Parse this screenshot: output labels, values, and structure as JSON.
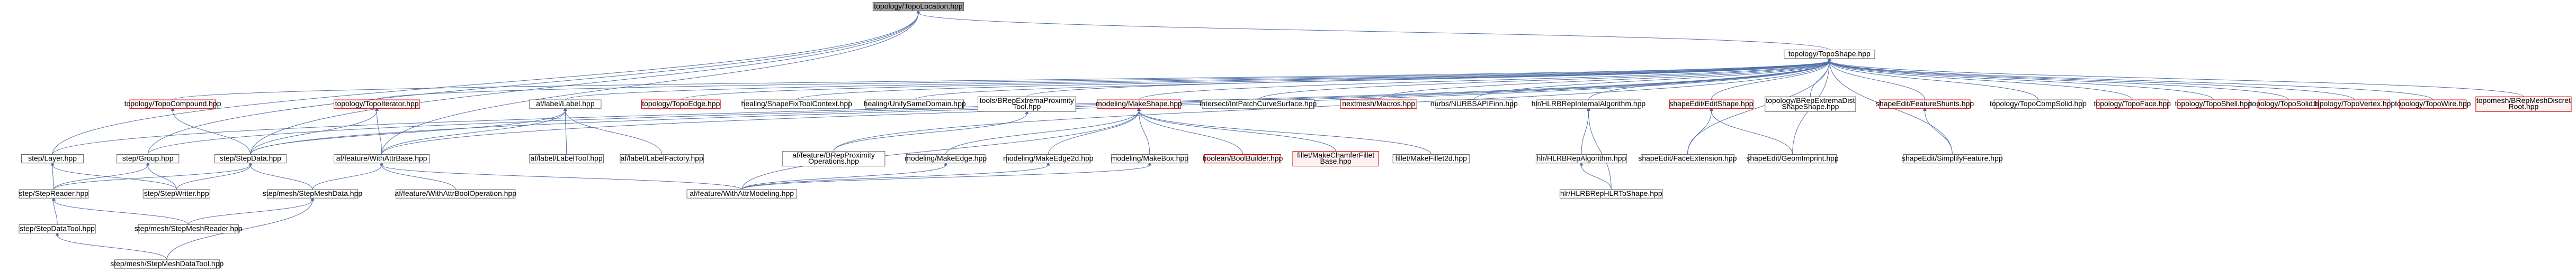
{
  "colors": {
    "edge": "#4f6fa8",
    "default_border": "#666666",
    "default_fill": "#ffffff",
    "highlight_border": "#cc0000",
    "highlight_fill": "#fff0f0",
    "root_fill": "#a0a0a0",
    "root_border": "#666666",
    "text_dark": "#000000",
    "text_red": "#000000"
  },
  "nodes": {
    "root": {
      "label": "topology/TopoLocation.hpp",
      "style": "root"
    },
    "toposhape": {
      "label": "topology/TopoShape.hpp",
      "style": "normal"
    },
    "topocompound": {
      "label": "topology/TopoCompound.hpp",
      "style": "red"
    },
    "topoiterator": {
      "label": "topology/TopoIterator.hpp",
      "style": "red"
    },
    "aflabel": {
      "label": "af/label/Label.hpp",
      "style": "normal"
    },
    "topoedge": {
      "label": "topology/TopoEdge.hpp",
      "style": "red"
    },
    "healshape": {
      "label": "healing/ShapeFixToolContext.hpp",
      "style": "normal"
    },
    "healunify": {
      "label": "healing/UnifySameDomain.hpp",
      "style": "normal"
    },
    "toolbrep": {
      "label": "tools/BRepExtremaProximity\nTool.hpp",
      "style": "normal"
    },
    "makeshape": {
      "label": "modeling/MakeShape.hpp",
      "style": "red"
    },
    "intersect": {
      "label": "intersect/IntPatchCurveSurface.hpp",
      "style": "normal"
    },
    "nextmesh": {
      "label": "nextmesh/Macros.hpp",
      "style": "red"
    },
    "nurbs": {
      "label": "nurbs/NURBSAPIFinn.hpp",
      "style": "normal"
    },
    "hlrbrep": {
      "label": "hlr/HLRBRepInternalAlgorithm.hpp",
      "style": "normal"
    },
    "editshape": {
      "label": "shapeEdit/EditShape.hpp",
      "style": "red"
    },
    "topobrepdist": {
      "label": "topology/BRepExtremaDist\nShapeShape.hpp",
      "style": "normal"
    },
    "featureshunts": {
      "label": "shapeEdit/FeatureShunts.hpp",
      "style": "red"
    },
    "topocompsolid": {
      "label": "topology/TopoCompSolid.hpp",
      "style": "normal"
    },
    "topoface": {
      "label": "topology/TopoFace.hpp",
      "style": "red"
    },
    "toposhell": {
      "label": "topology/TopoShell.hpp",
      "style": "red"
    },
    "toposolid": {
      "label": "topology/TopoSolid.hpp",
      "style": "red"
    },
    "topovertex": {
      "label": "topology/TopoVertex.hpp",
      "style": "red"
    },
    "topowire": {
      "label": "topology/TopoWire.hpp",
      "style": "red"
    },
    "topomesh": {
      "label": "topomesh/BRepMeshDiscret\nRoot.hpp",
      "style": "red"
    },
    "steplayer": {
      "label": "step/Layer.hpp",
      "style": "normal"
    },
    "stepgroup": {
      "label": "step/Group.hpp",
      "style": "normal"
    },
    "stepstepdata": {
      "label": "step/StepData.hpp",
      "style": "normal"
    },
    "affeatattr": {
      "label": "af/feature/WithAttrBase.hpp",
      "style": "normal"
    },
    "aflabeltool": {
      "label": "af/label/LabelTool.hpp",
      "style": "normal"
    },
    "aflabelfactory": {
      "label": "af/label/LabelFactory.hpp",
      "style": "normal"
    },
    "affeatbrep": {
      "label": "af/feature/BRepProximity\nOperations.hpp",
      "style": "normal"
    },
    "makeedge": {
      "label": "modeling/MakeEdge.hpp",
      "style": "normal"
    },
    "makeedge2d": {
      "label": "modeling/MakeEdge2d.hpp",
      "style": "normal"
    },
    "makebox": {
      "label": "modeling/MakeBox.hpp",
      "style": "normal"
    },
    "boolbuilder": {
      "label": "boolean/BoolBuilder.hpp",
      "style": "red"
    },
    "filletchamfer": {
      "label": "fillet/MakeChamferFillet\nBase.hpp",
      "style": "red"
    },
    "filletmake2d": {
      "label": "fillet/MakeFillet2d.hpp",
      "style": "normal"
    },
    "hlralgo": {
      "label": "hlr/HLRBRepAlgorithm.hpp",
      "style": "normal"
    },
    "faceext": {
      "label": "shapeEdit/FaceExtension.hpp",
      "style": "normal"
    },
    "geomimprint": {
      "label": "shapeEdit/GeomImprint.hpp",
      "style": "normal"
    },
    "simplify": {
      "label": "shapeEdit/SimplifyFeature.hpp",
      "style": "normal"
    },
    "stepreader": {
      "label": "step/StepReader.hpp",
      "style": "normal"
    },
    "stepwriter": {
      "label": "step/StepWriter.hpp",
      "style": "normal"
    },
    "stepmeshdata": {
      "label": "step/mesh/StepMeshData.hpp",
      "style": "normal"
    },
    "affeatbool": {
      "label": "af/feature/WithAttrBoolOperation.hpp",
      "style": "normal"
    },
    "affeatmodel": {
      "label": "af/feature/WithAttrModeling.hpp",
      "style": "normal"
    },
    "hlrtoshape": {
      "label": "hlr/HLRBRepHLRToShape.hpp",
      "style": "normal"
    },
    "stepdatatool": {
      "label": "step/StepDataTool.hpp",
      "style": "normal"
    },
    "stepmeshreader": {
      "label": "step/mesh/StepMeshReader.hpp",
      "style": "normal"
    },
    "stepmeshdatatool": {
      "label": "step/mesh/StepMeshDataTool.hpp",
      "style": "normal"
    }
  }
}
